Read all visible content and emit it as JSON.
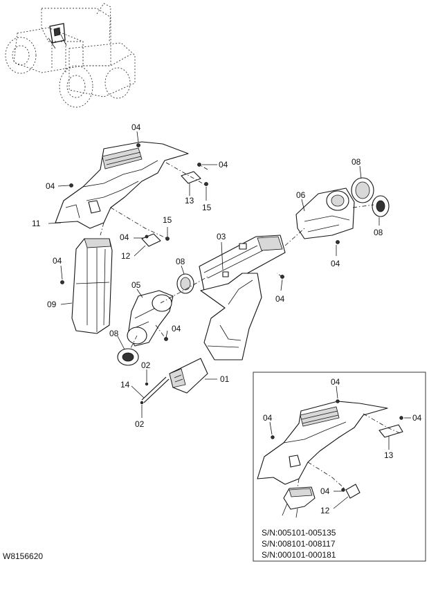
{
  "drawing_number": "W8156620",
  "serial_numbers": [
    "S/N:005101-005135",
    "S/N:008101-008117",
    "S/N:000101-000181"
  ],
  "labels": {
    "p04": "04",
    "p11": "11",
    "p13": "13",
    "p15": "15",
    "p12": "12",
    "p09": "09",
    "p03": "03",
    "p08": "08",
    "p06": "06",
    "p05": "05",
    "p02": "02",
    "p14": "14",
    "p01": "01"
  },
  "icons": {
    "machine": "wheel-loader-outline-icon",
    "bolt": "bolt-icon",
    "clip": "clip-bracket-icon"
  }
}
